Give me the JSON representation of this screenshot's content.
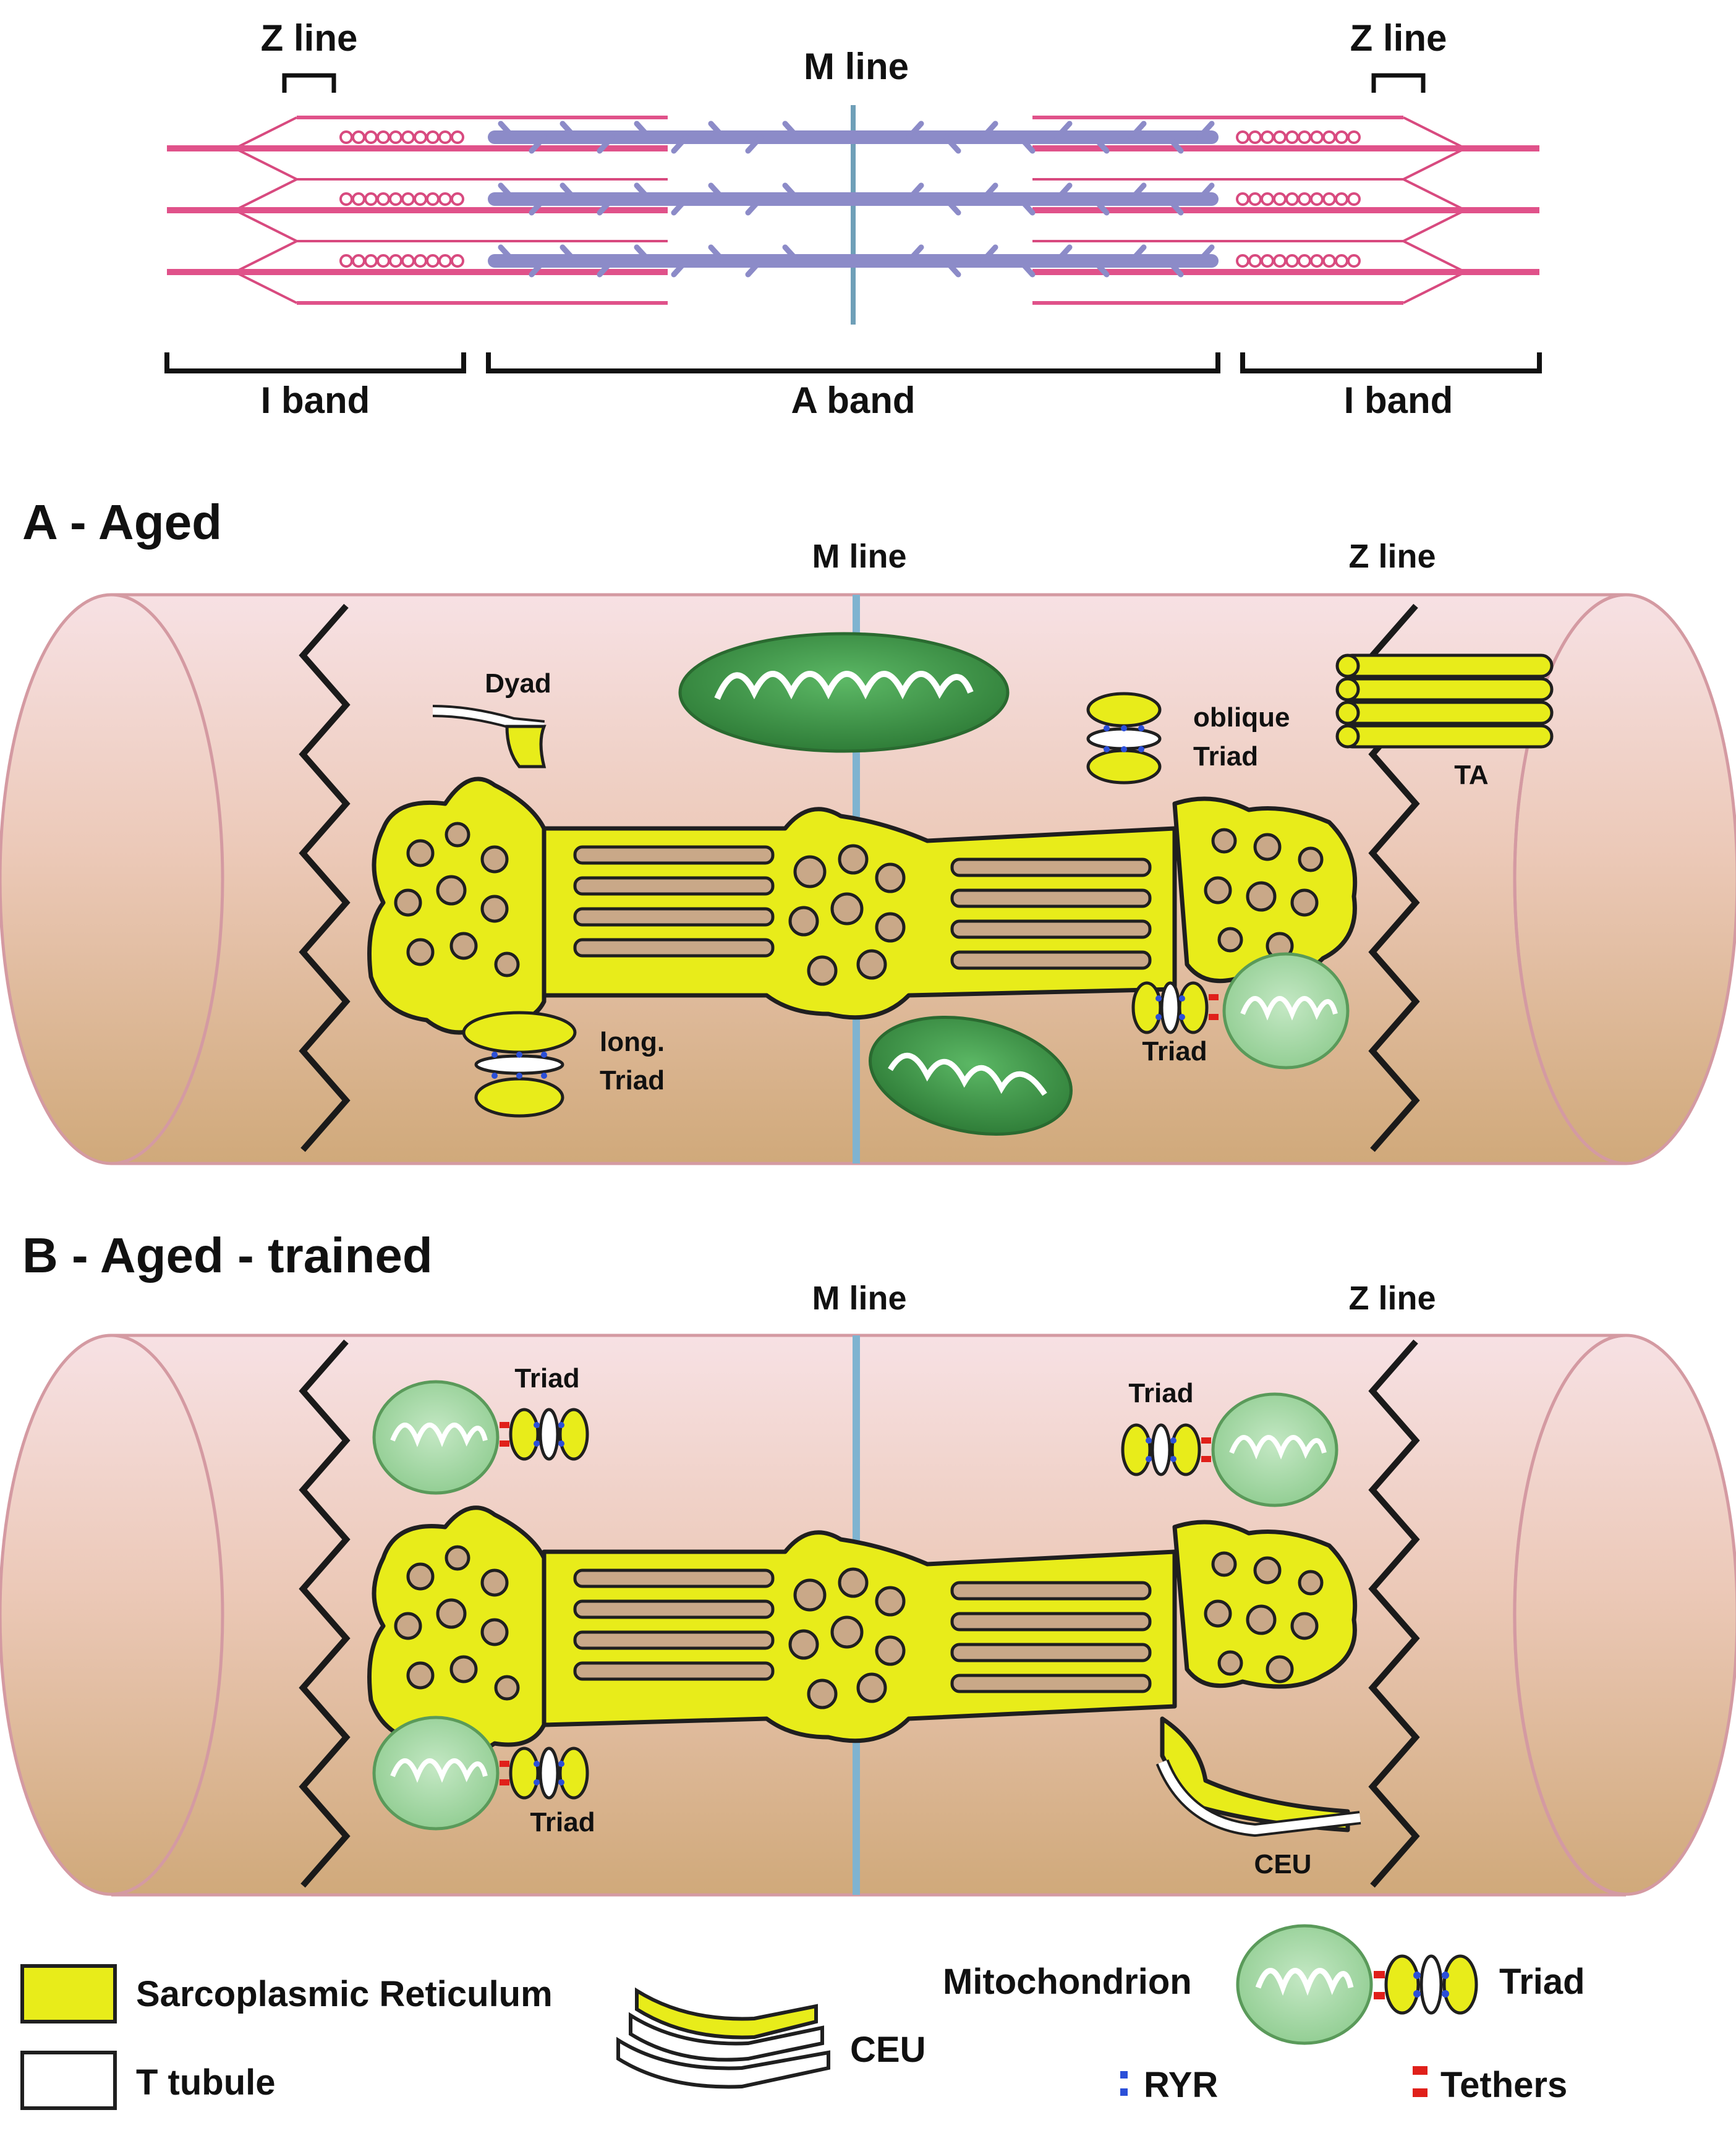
{
  "sarcomere": {
    "z_line_left": "Z line",
    "z_line_right": "Z line",
    "m_line": "M line",
    "i_band_left": "I band",
    "a_band": "A band",
    "i_band_right": "I band"
  },
  "panel_a": {
    "title": "A - Aged",
    "m_line": "M line",
    "z_line": "Z line",
    "dyad": "Dyad",
    "oblique_triad": [
      "oblique",
      "Triad"
    ],
    "ta": "TA",
    "long_triad": [
      "long.",
      "Triad"
    ],
    "triad": "Triad"
  },
  "panel_b": {
    "title": "B - Aged - trained",
    "m_line": "M line",
    "z_line": "Z line",
    "triad_top_left": "Triad",
    "triad_top_right": "Triad",
    "triad_bottom_left": "Triad",
    "ceu": "CEU"
  },
  "legend": {
    "sr": "Sarcoplasmic Reticulum",
    "t_tubule": "T tubule",
    "ceu": "CEU",
    "mitochondrion": "Mitochondrion",
    "triad": "Triad",
    "ryr": "RYR",
    "tethers": "Tethers"
  },
  "colors": {
    "sr_yellow": "#e8ec1a",
    "sr_outline": "#222222",
    "cell_top": "#f6dde0",
    "cell_bottom": "#d3ae80",
    "mito_dark": "#3f9a48",
    "mito_light": "#a6d8a6",
    "m_line": "#7fb3d0",
    "actin": "#e0528a",
    "myosin": "#8c8bc8",
    "ryr": "#2b4fd8",
    "tether": "#e0201a"
  }
}
